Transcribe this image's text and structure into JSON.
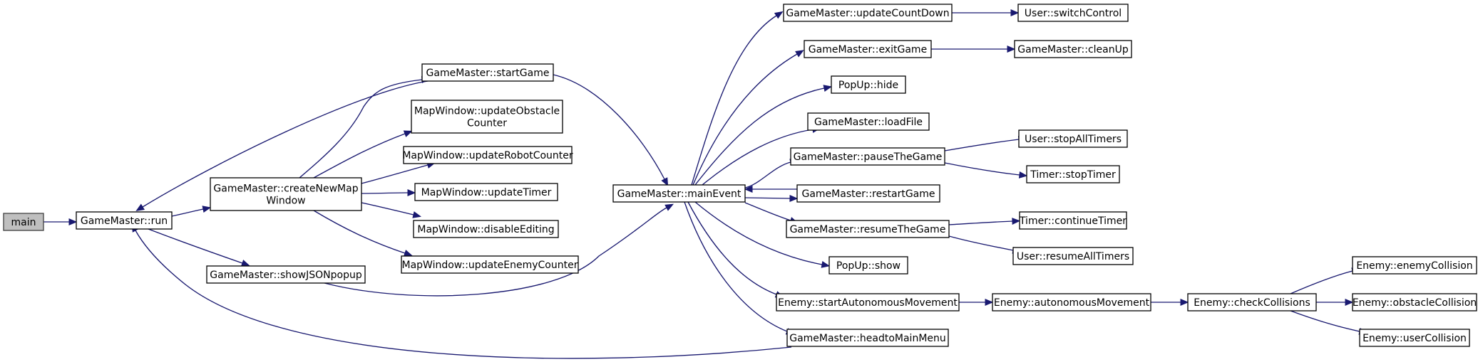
{
  "colors": {
    "edge": "#191970",
    "root_fill": "#bfbfbf",
    "node_fill": "#ffffff",
    "node_stroke": "#000000"
  },
  "nodes": {
    "main": {
      "lines": [
        "main"
      ]
    },
    "run": {
      "lines": [
        "GameMaster::run"
      ]
    },
    "startGame": {
      "lines": [
        "GameMaster::startGame"
      ]
    },
    "createNewMapWindow": {
      "lines": [
        "GameMaster::createNewMap",
        "Window"
      ]
    },
    "showJSONpopup": {
      "lines": [
        "GameMaster::showJSONpopup"
      ]
    },
    "updateObstacleCounter": {
      "lines": [
        "MapWindow::updateObstacle",
        "Counter"
      ]
    },
    "updateRobotCounter": {
      "lines": [
        "MapWindow::updateRobotCounter"
      ]
    },
    "updateTimer": {
      "lines": [
        "MapWindow::updateTimer"
      ]
    },
    "disableEditing": {
      "lines": [
        "MapWindow::disableEditing"
      ]
    },
    "updateEnemyCounter": {
      "lines": [
        "MapWindow::updateEnemyCounter"
      ]
    },
    "mainEvent": {
      "lines": [
        "GameMaster::mainEvent"
      ]
    },
    "updateCountDown": {
      "lines": [
        "GameMaster::updateCountDown"
      ]
    },
    "exitGame": {
      "lines": [
        "GameMaster::exitGame"
      ]
    },
    "hide": {
      "lines": [
        "PopUp::hide"
      ]
    },
    "loadFile": {
      "lines": [
        "GameMaster::loadFile"
      ]
    },
    "pauseTheGame": {
      "lines": [
        "GameMaster::pauseTheGame"
      ]
    },
    "restartGame": {
      "lines": [
        "GameMaster::restartGame"
      ]
    },
    "resumeTheGame": {
      "lines": [
        "GameMaster::resumeTheGame"
      ]
    },
    "show": {
      "lines": [
        "PopUp::show"
      ]
    },
    "startAutonomousMovement": {
      "lines": [
        "Enemy::startAutonomousMovement"
      ]
    },
    "headtoMainMenu": {
      "lines": [
        "GameMaster::headtoMainMenu"
      ]
    },
    "switchControl": {
      "lines": [
        "User::switchControl"
      ]
    },
    "cleanUp": {
      "lines": [
        "GameMaster::cleanUp"
      ]
    },
    "stopAllTimers": {
      "lines": [
        "User::stopAllTimers"
      ]
    },
    "stopTimer": {
      "lines": [
        "Timer::stopTimer"
      ]
    },
    "continueTimer": {
      "lines": [
        "Timer::continueTimer"
      ]
    },
    "resumeAllTimers": {
      "lines": [
        "User::resumeAllTimers"
      ]
    },
    "autonomousMovement": {
      "lines": [
        "Enemy::autonomousMovement"
      ]
    },
    "checkCollisions": {
      "lines": [
        "Enemy::checkCollisions"
      ]
    },
    "enemyCollision": {
      "lines": [
        "Enemy::enemyCollision"
      ]
    },
    "obstacleCollision": {
      "lines": [
        "Enemy::obstacleCollision"
      ]
    },
    "userCollision": {
      "lines": [
        "Enemy::userCollision"
      ]
    }
  },
  "edges": [
    [
      "main",
      "run"
    ],
    [
      "run",
      "createNewMapWindow"
    ],
    [
      "run",
      "showJSONpopup"
    ],
    [
      "startGame",
      "run"
    ],
    [
      "createNewMapWindow",
      "startGame"
    ],
    [
      "createNewMapWindow",
      "updateObstacleCounter"
    ],
    [
      "createNewMapWindow",
      "updateRobotCounter"
    ],
    [
      "createNewMapWindow",
      "updateTimer"
    ],
    [
      "createNewMapWindow",
      "disableEditing"
    ],
    [
      "createNewMapWindow",
      "updateEnemyCounter"
    ],
    [
      "startGame",
      "mainEvent"
    ],
    [
      "showJSONpopup",
      "mainEvent"
    ],
    [
      "mainEvent",
      "updateCountDown"
    ],
    [
      "mainEvent",
      "exitGame"
    ],
    [
      "mainEvent",
      "hide"
    ],
    [
      "mainEvent",
      "loadFile"
    ],
    [
      "mainEvent",
      "pauseTheGame"
    ],
    [
      "mainEvent",
      "restartGame"
    ],
    [
      "restartGame",
      "mainEvent"
    ],
    [
      "mainEvent",
      "resumeTheGame"
    ],
    [
      "mainEvent",
      "show"
    ],
    [
      "mainEvent",
      "startAutonomousMovement"
    ],
    [
      "mainEvent",
      "headtoMainMenu"
    ],
    [
      "headtoMainMenu",
      "run"
    ],
    [
      "updateCountDown",
      "switchControl"
    ],
    [
      "exitGame",
      "cleanUp"
    ],
    [
      "pauseTheGame",
      "stopAllTimers"
    ],
    [
      "pauseTheGame",
      "stopTimer"
    ],
    [
      "resumeTheGame",
      "continueTimer"
    ],
    [
      "resumeTheGame",
      "resumeAllTimers"
    ],
    [
      "startAutonomousMovement",
      "autonomousMovement"
    ],
    [
      "autonomousMovement",
      "checkCollisions"
    ],
    [
      "checkCollisions",
      "enemyCollision"
    ],
    [
      "checkCollisions",
      "obstacleCollision"
    ],
    [
      "checkCollisions",
      "userCollision"
    ]
  ]
}
